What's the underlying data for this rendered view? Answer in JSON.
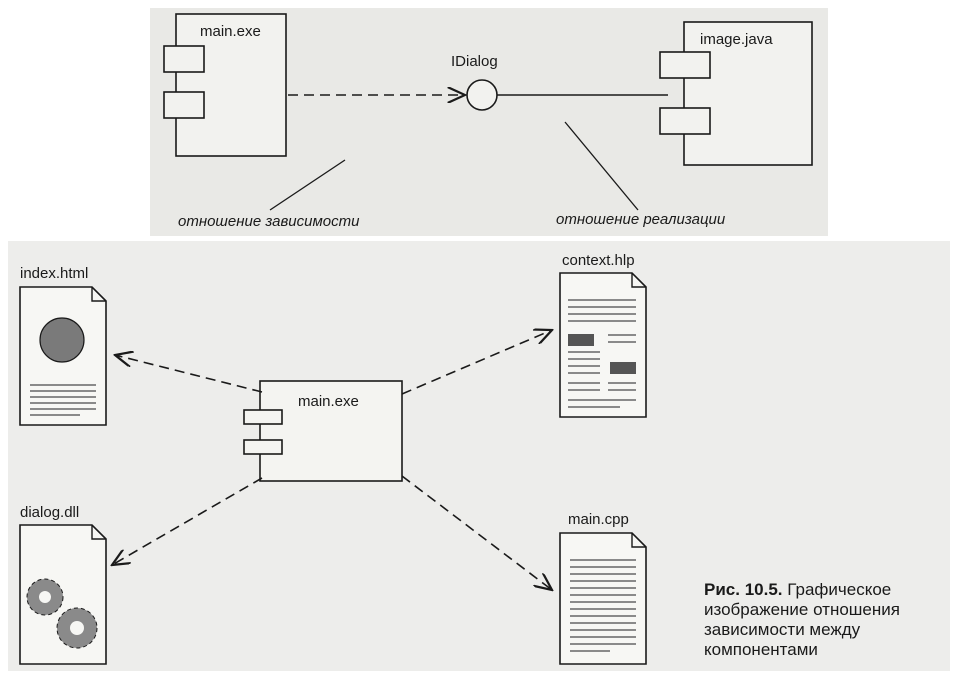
{
  "top_diagram": {
    "component_left": "main.exe",
    "interface": "IDialog",
    "component_right": "image.java",
    "label_dependency": "отношение зависимости",
    "label_realization": "отношение реализации"
  },
  "bottom_diagram": {
    "center": "main.exe",
    "top_left": "index.html",
    "top_right": "context.hlp",
    "bottom_left": "dialog.dll",
    "bottom_right": "main.cpp"
  },
  "caption": {
    "number": "Рис. 10.5.",
    "text": "Графическое изображение отношения зависимости между компонентами"
  },
  "colors": {
    "ink": "#1a1a1a",
    "panel": "#e9e9e6",
    "fill_dark": "#555555"
  }
}
